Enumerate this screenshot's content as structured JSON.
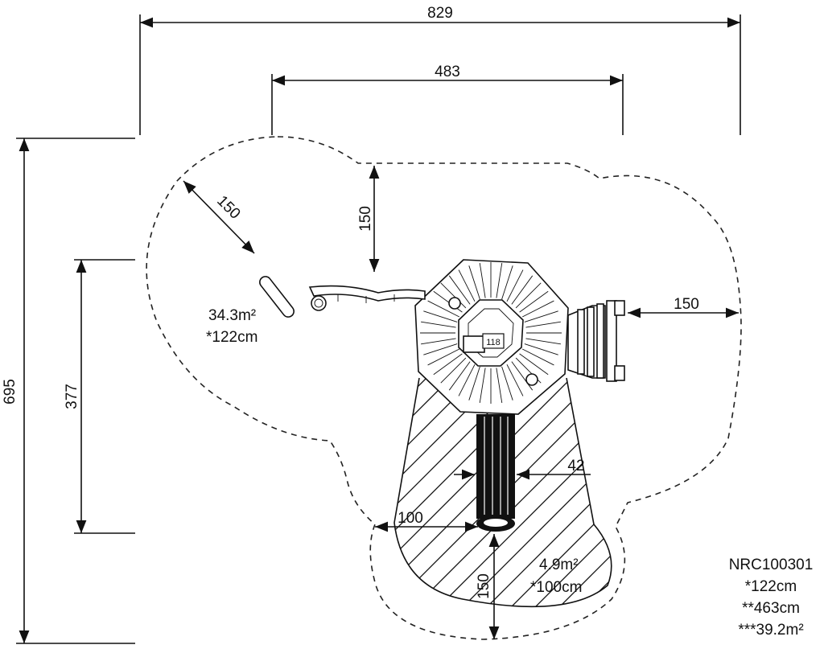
{
  "dimensions": {
    "overall_width": "829",
    "inner_width": "483",
    "overall_height": "695",
    "side_height": "377",
    "radius_left": "150",
    "top_clearance": "150",
    "right_clearance": "150",
    "bottom_clearance": "150",
    "slide_side": "100",
    "slide_width": "42"
  },
  "zones": {
    "main_area": "34.3m²",
    "main_height": "*122cm",
    "slide_area": "4.9m²",
    "slide_height": "*100cm",
    "tower_height": "118"
  },
  "spec": {
    "model": "NRC100301",
    "fall_height": "*122cm",
    "perimeter": "**463cm",
    "total_area": "***39.2m²"
  }
}
